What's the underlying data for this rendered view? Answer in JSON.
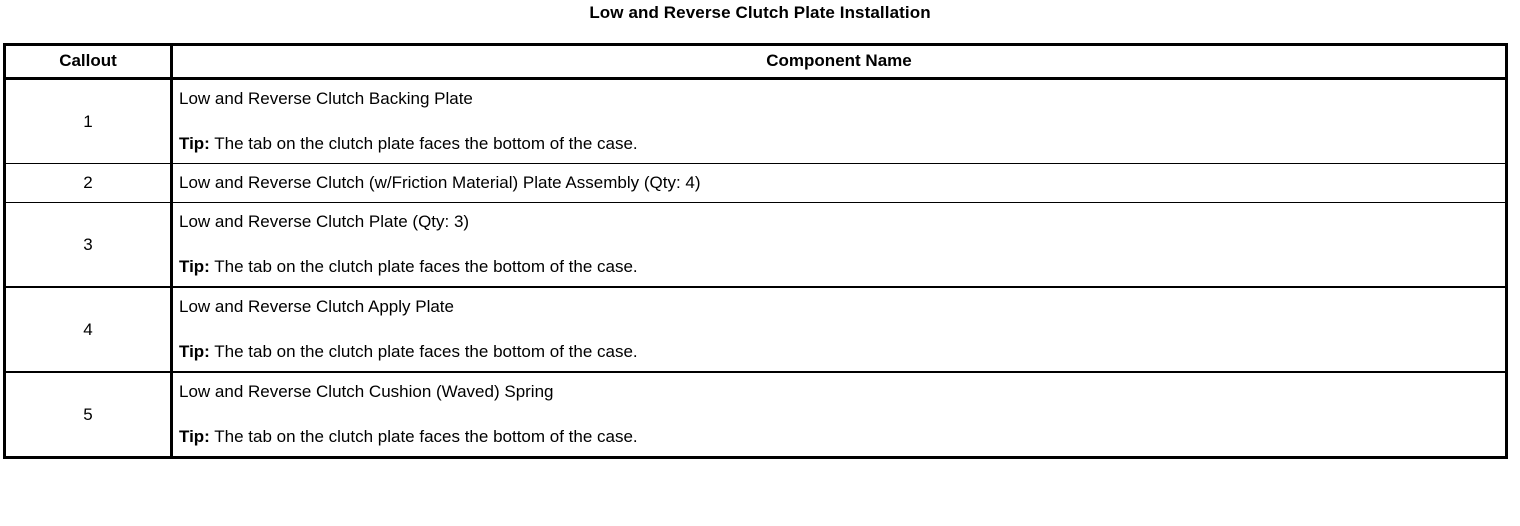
{
  "document": {
    "title": "Low and Reverse Clutch Plate Installation"
  },
  "table": {
    "headers": {
      "callout": "Callout",
      "component_name": "Component Name"
    },
    "rows": [
      {
        "callout": "1",
        "name": "Low and Reverse Clutch Backing Plate",
        "tip_label": "Tip:",
        "tip_text": " The tab on the clutch plate faces the bottom of the case."
      },
      {
        "callout": "2",
        "name": "Low and Reverse Clutch (w/Friction Material) Plate Assembly (Qty: 4)",
        "tip_label": "",
        "tip_text": ""
      },
      {
        "callout": "3",
        "name": "Low and Reverse Clutch Plate (Qty: 3)",
        "tip_label": "Tip:",
        "tip_text": " The tab on the clutch plate faces the bottom of the case."
      },
      {
        "callout": "4",
        "name": "Low and Reverse Clutch Apply Plate",
        "tip_label": "Tip:",
        "tip_text": " The tab on the clutch plate faces the bottom of the case."
      },
      {
        "callout": "5",
        "name": "Low and Reverse Clutch Cushion (Waved) Spring",
        "tip_label": "Tip:",
        "tip_text": " The tab on the clutch plate faces the bottom of the case."
      }
    ]
  },
  "colors": {
    "border": "#000000",
    "text": "#000000",
    "background": "#ffffff"
  }
}
